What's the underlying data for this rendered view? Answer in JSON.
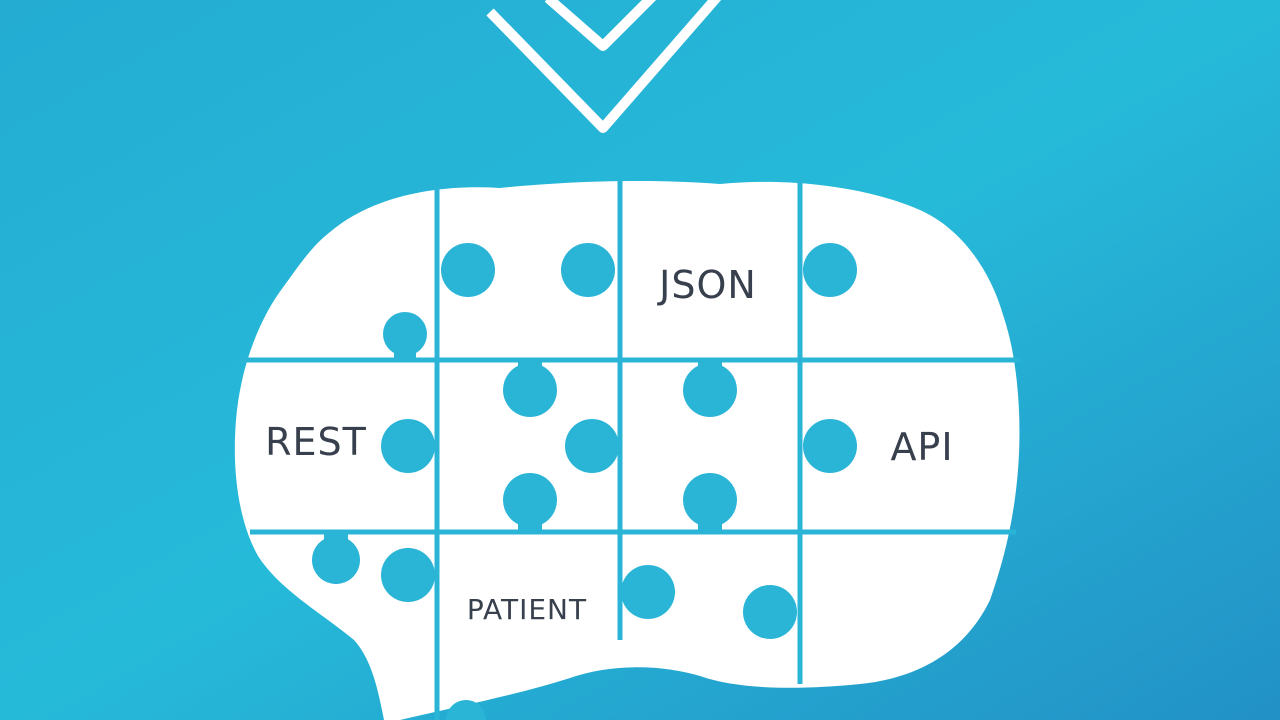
{
  "colors": {
    "background": "#23a9d2",
    "brain_fill": "#ffffff",
    "grid_lines": "#29b4d6",
    "text": "#38404d",
    "checkmark_stroke": "#ffffff"
  },
  "icons": {
    "top": "checkmark-icon",
    "main": "brain-puzzle-icon"
  },
  "labels": {
    "json": "JSON",
    "rest": "REST",
    "api": "API",
    "patient": "PATIENT"
  }
}
